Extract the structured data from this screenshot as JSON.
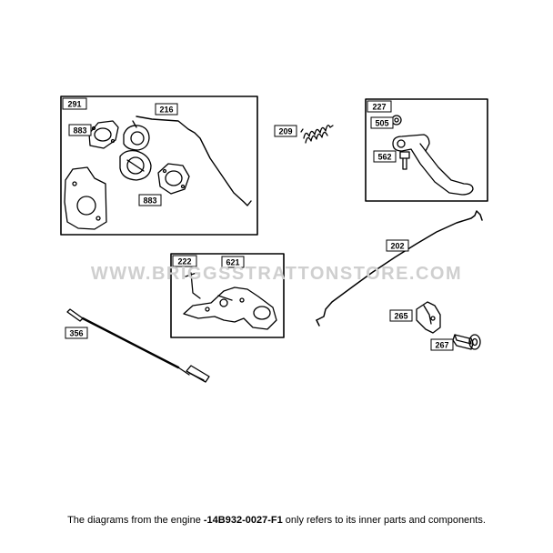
{
  "labels": {
    "box_291": "291",
    "box_227": "227",
    "box_222": "222",
    "p216": "216",
    "p883a": "883",
    "p883b": "883",
    "p209": "209",
    "p505": "505",
    "p562": "562",
    "p202": "202",
    "p621": "621",
    "p356": "356",
    "p265": "265",
    "p267": "267"
  },
  "watermark": "WWW.BRIGGSSTRATTONSTORE.COM",
  "caption": {
    "prefix": "The diagrams from the engine ",
    "engine": "-14B932-0027-F1",
    "suffix": " only refers to its inner parts and components."
  }
}
